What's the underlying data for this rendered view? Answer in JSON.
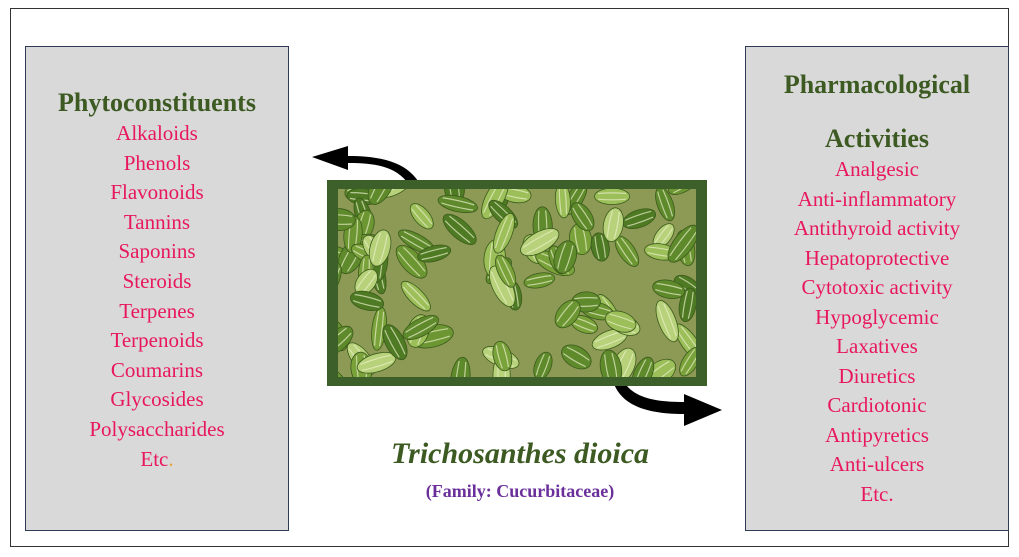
{
  "left_panel": {
    "title": "Phytoconstituents",
    "items": [
      "Alkaloids",
      "Phenols",
      "Flavonoids",
      "Tannins",
      "Saponins",
      "Steroids",
      "Terpenes",
      "Terpenoids",
      "Coumarins",
      "Glycosides",
      "Polysaccharides"
    ],
    "last_item": "Etc",
    "last_item_dot": "."
  },
  "right_panel": {
    "title_line1": "Pharmacological",
    "title_line2": "Activities",
    "items": [
      "Analgesic",
      "Anti-inflammatory",
      "Antithyroid activity",
      "Hepatoprotective",
      "Cytotoxic activity",
      "Hypoglycemic",
      "Laxatives",
      "Diuretics",
      "Cardiotonic",
      "Antipyretics",
      "Anti-ulcers",
      "Etc."
    ]
  },
  "center": {
    "species": "Trichosanthes dioica",
    "family": "(Family: Cucurbitaceae)",
    "image_subject": "pointed-gourd-fruits-photo"
  },
  "colors": {
    "title_green": "#3c5a22",
    "item_pink": "#e8175d",
    "family_purple": "#6a2f9a",
    "panel_gray": "#d9d9d9",
    "frame_green": "#3d5f29"
  }
}
